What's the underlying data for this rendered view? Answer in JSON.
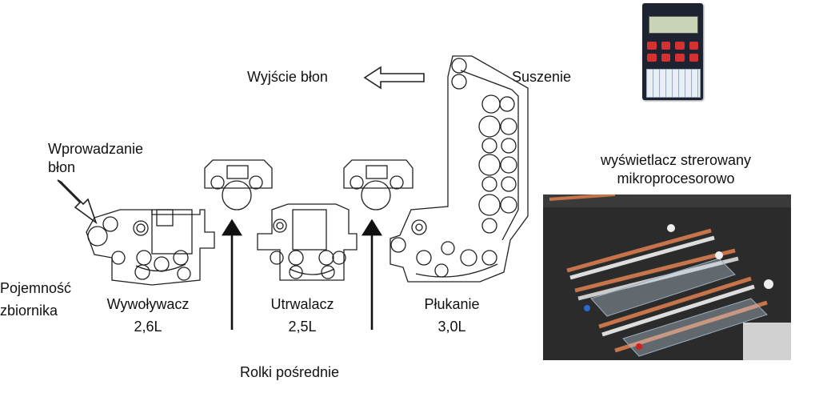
{
  "labels": {
    "output": "Wyjście błon",
    "drying": "Suszenie",
    "input_line1": "Wprowadzanie",
    "input_line2": "błon",
    "capacity_line1": "Pojemność",
    "capacity_line2": "zbiornika",
    "developer_name": "Wywoływacz",
    "developer_volume": "2,6L",
    "fixer_name": "Utrwalacz",
    "fixer_volume": "2,5L",
    "rinse_name": "Płukanie",
    "rinse_volume": "3,0L",
    "rollers": "Rolki pośrednie",
    "display_line1": "wyświetlacz strerowany",
    "display_line2": "mikroprocesorowo"
  },
  "colors": {
    "line": "#222222",
    "panel": "#1d2330",
    "panel_keys": "#d63030",
    "photo_bg": "#2a2a2a",
    "copper": "#c8744a"
  }
}
